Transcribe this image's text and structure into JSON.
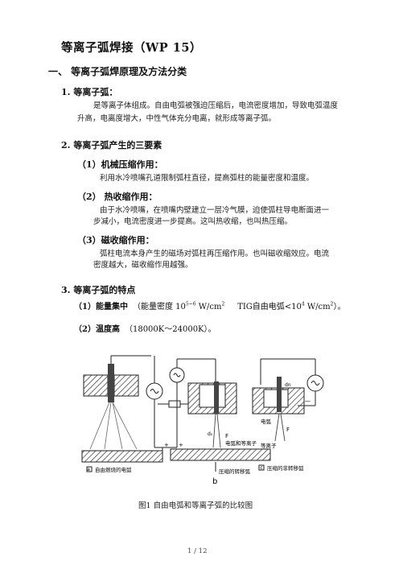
{
  "title": "等离子弧焊接（WP 15）",
  "section1": {
    "heading": "一、 等离子弧焊原理及方法分类"
  },
  "s1_1": {
    "heading": "1. 等离子弧：",
    "para_line1": "是等离子体组成。自由电弧被强迫压缩后，电流密度增加，导致电弧温度",
    "para_line2": "升高，电离度增大，中性气体充分电离，就形成等离子弧。"
  },
  "s1_2": {
    "heading": "2. 等离子弧产生的三要素",
    "item1": {
      "heading": "（1）机械压缩作用：",
      "para_line1": "利用水冷喷嘴孔道限制弧柱直径，提高弧柱的能量密度和温度。"
    },
    "item2": {
      "heading": "（2） 热收缩作用：",
      "para_line1": "由于水冷喷嘴，在喷嘴内壁建立一层冷气膜，迫使弧柱导电断面进一",
      "para_line2": "步减小，电流密度进一步提高。这叫热收缩，也叫热压缩。"
    },
    "item3": {
      "heading": "（3）磁收缩作用：",
      "para_line1": "弧柱电流本身产生的磁场对弧柱再压缩作用。也叫磁收缩效应。电流",
      "para_line2": "密度越大，磁收缩作用越强。"
    }
  },
  "s1_3": {
    "heading": "3. 等离子弧的特点",
    "item1": {
      "label": "（1）能量集中",
      "text_pre": "（能量密度 10",
      "sup1": "5~6",
      "text_mid": " W/cm",
      "sup2": "2",
      "text_mid2": "     TIG自由电弧<10",
      "sup3": "4",
      "text_mid3": " W/cm",
      "sup4": "2",
      "text_end": "）。"
    },
    "item2": {
      "label": "（2）温度高",
      "text": "（18000K～24000K）。"
    }
  },
  "figure": {
    "labels": {
      "a_caption": "自由燃烧的电弧",
      "b_top": "电弧和等离子",
      "b_bottom": "压缩的转移弧",
      "b_letter": "b",
      "c_arc": "电弧",
      "c_plasma": "等离子",
      "c_caption": "压缩的非转移弧",
      "f_b": "F",
      "f_c": "F",
      "plus_a": "+",
      "plus_b": "+",
      "minus": "—",
      "d_b": "d₀",
      "d_c": "dn",
      "a_letter": "a",
      "c_letter": "c"
    },
    "caption": "图1   自由电弧和等离子弧的比较图"
  },
  "footer": {
    "page": "1 / 12"
  }
}
